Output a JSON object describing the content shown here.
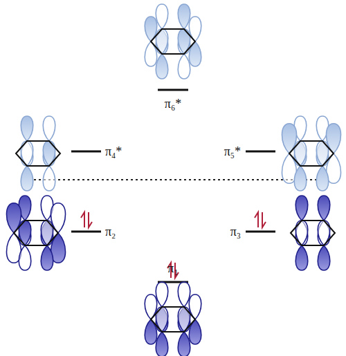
{
  "diagram": {
    "labels": [
      "π₆*",
      "π₄*",
      "π₅*",
      "π₂",
      "π₃",
      "π₁"
    ]
  }
}
